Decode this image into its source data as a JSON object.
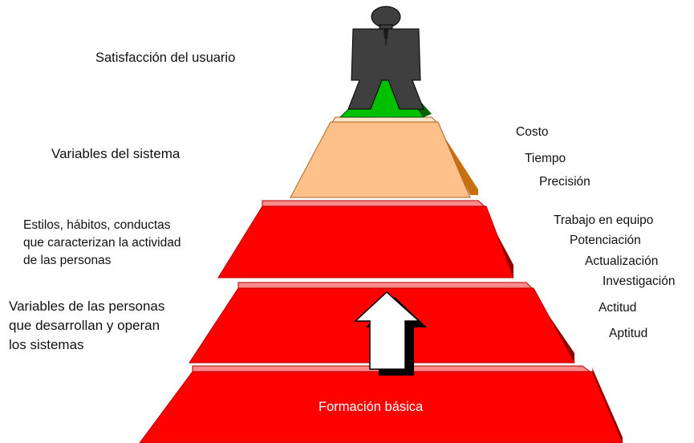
{
  "levels": {
    "top": {
      "label": "Satisfacción del usuario"
    },
    "system": {
      "label": "Variables del sistema",
      "attributes": [
        "Costo",
        "Tiempo",
        "Precisión"
      ]
    },
    "habits": {
      "label_lines": [
        "Estilos, hábitos, conductas",
        "que caracterizan la actividad",
        "de las personas"
      ],
      "attributes": [
        "Trabajo en equipo",
        "Potenciación",
        "Actualización",
        "Investigación"
      ]
    },
    "people": {
      "label_lines": [
        "Variables de las personas",
        "que desarrollan y operan",
        "los sistemas"
      ],
      "attributes": [
        "Actitud",
        "Aptitud"
      ]
    },
    "base": {
      "label": "Formación básica"
    }
  },
  "colors": {
    "tier_red": "#ff0000",
    "tier_red_highlight": "#ff8a8a",
    "tier_red_side": "#8b0000",
    "tier_peach": "#ffc08a",
    "tier_peach_side": "#c87010",
    "apex_green": "#00c000",
    "apex_green_side": "#006400",
    "figure_gray": "#3f3f3f",
    "arrow_fill": "#ffffff",
    "arrow_shadow": "#000000"
  },
  "icons": {
    "figure": "business-person-icon",
    "arrow": "up-arrow-icon"
  }
}
